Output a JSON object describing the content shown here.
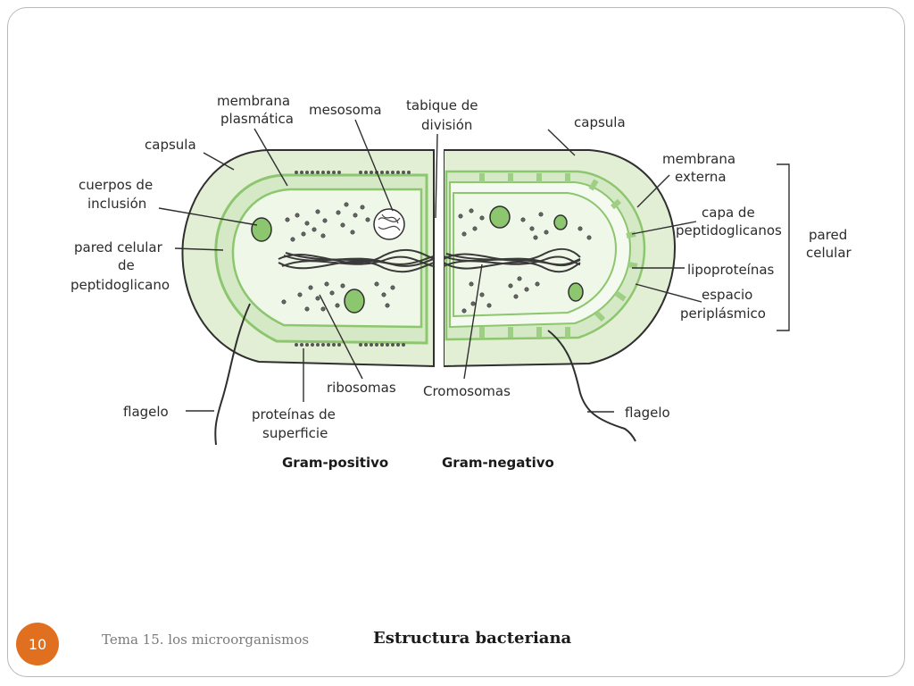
{
  "slide": {
    "page_number": "10",
    "footer": "Tema 15. los microorganismos",
    "title": "Estructura bacteriana"
  },
  "diagram": {
    "captions": {
      "gram_positive": "Gram-positivo",
      "gram_negative": "Gram-negativo"
    },
    "labels": {
      "capsula_left": "capsula",
      "membrana_plasmatica_1": "membrana",
      "membrana_plasmatica_2": "plasmática",
      "mesosoma": "mesosoma",
      "tabique_1": "tabique de",
      "tabique_2": "división",
      "capsula_right": "capsula",
      "cuerpos_1": "cuerpos de",
      "cuerpos_2": "inclusión",
      "pared_pg_1": "pared celular",
      "pared_pg_2": "de",
      "pared_pg_3": "peptidoglicano",
      "membrana_externa_1": "membrana",
      "membrana_externa_2": "externa",
      "capa_pg_1": "capa de",
      "capa_pg_2": "peptidoglicanos",
      "lipoproteinas": "lipoproteínas",
      "espacio_1": "espacio",
      "espacio_2": "periplásmico",
      "pared_celular_1": "pared",
      "pared_celular_2": "celular",
      "flagelo_left": "flagelo",
      "proteinas_1": "proteínas de",
      "proteinas_2": "superficie",
      "ribosomas": "ribosomas",
      "cromosomas": "Cromosomas",
      "flagelo_right": "flagelo"
    },
    "colors": {
      "capsule_fill": "#e2efd5",
      "wall_green": "#8cc66e",
      "cytoplasm": "#eff7e9",
      "outline": "#2f2f2f",
      "dna": "#3a3a3a"
    }
  }
}
